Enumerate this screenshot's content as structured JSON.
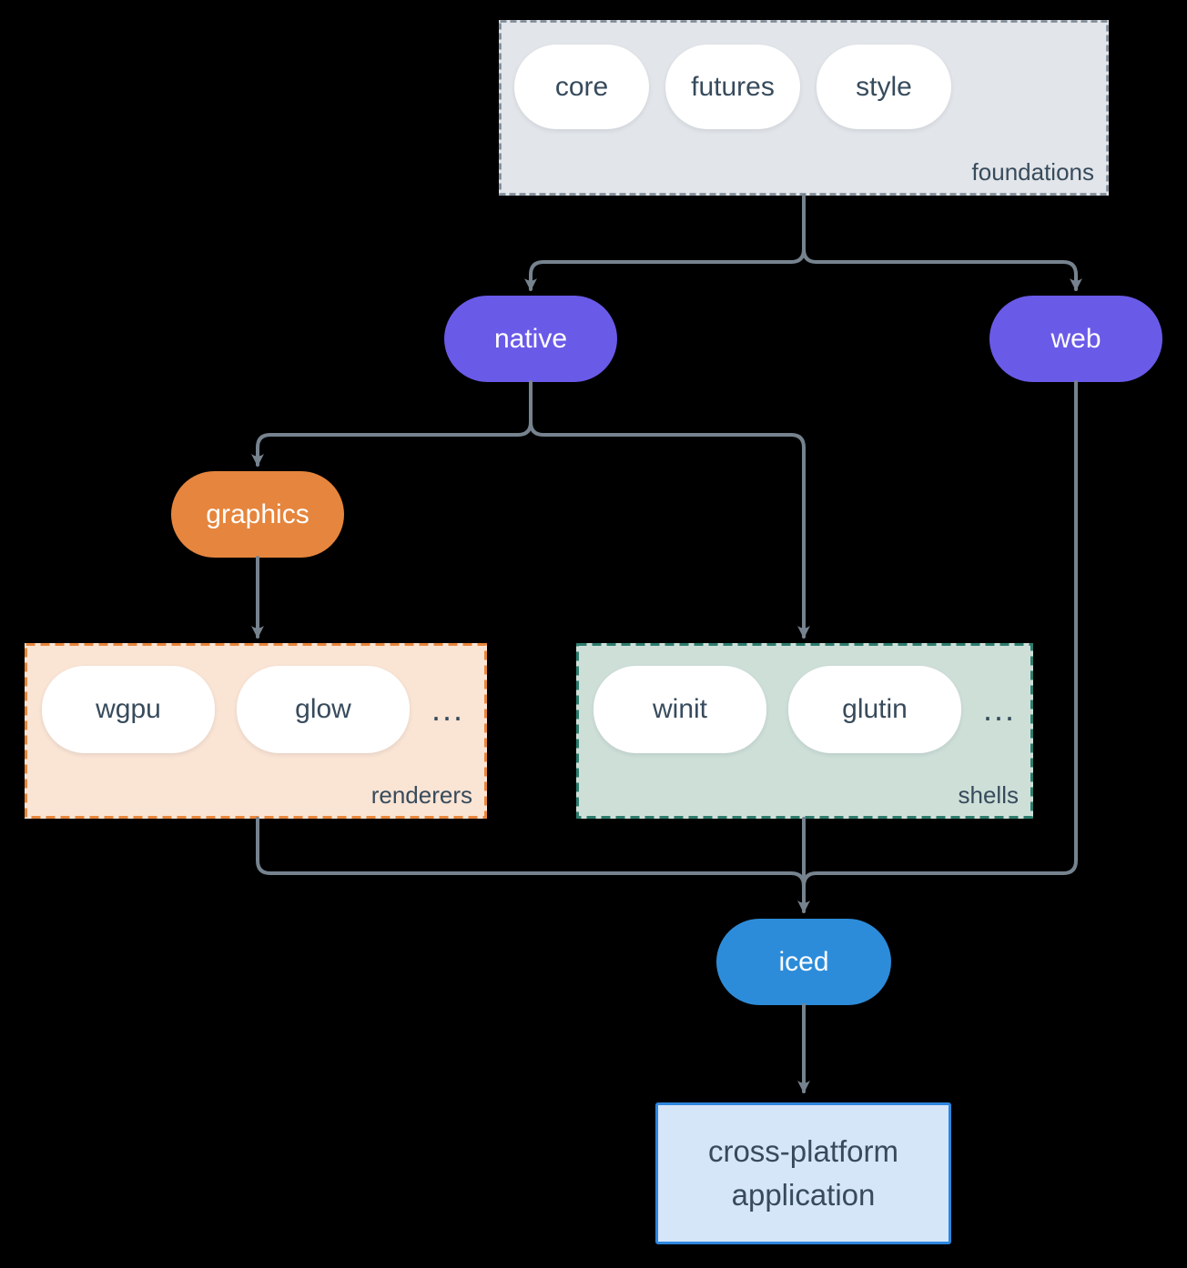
{
  "groups": {
    "foundations": {
      "label": "foundations",
      "items": [
        "core",
        "futures",
        "style"
      ]
    },
    "renderers": {
      "label": "renderers",
      "items": [
        "wgpu",
        "glow"
      ],
      "ellipsis": "..."
    },
    "shells": {
      "label": "shells",
      "items": [
        "winit",
        "glutin"
      ],
      "ellipsis": "..."
    }
  },
  "nodes": {
    "native": {
      "label": "native"
    },
    "web": {
      "label": "web"
    },
    "graphics": {
      "label": "graphics"
    },
    "iced": {
      "label": "iced"
    },
    "application": {
      "label": "cross-platform application"
    }
  },
  "colors": {
    "background": "#000000",
    "line": "#76838F",
    "purple": "#6A5AE8",
    "orange": "#E6853D",
    "blue": "#2D8CD9",
    "foundations_fill": "#E2E5E9",
    "foundations_border": "#7A8794",
    "renderers_fill": "#FAE4D4",
    "renderers_border": "#E8873C",
    "shells_fill": "#CEDFD8",
    "shells_border": "#2E7D6E",
    "app_fill": "#D5E6F8",
    "app_border": "#2E86DE",
    "text_dark": "#374B5C",
    "text_light": "#FFFFFF"
  }
}
